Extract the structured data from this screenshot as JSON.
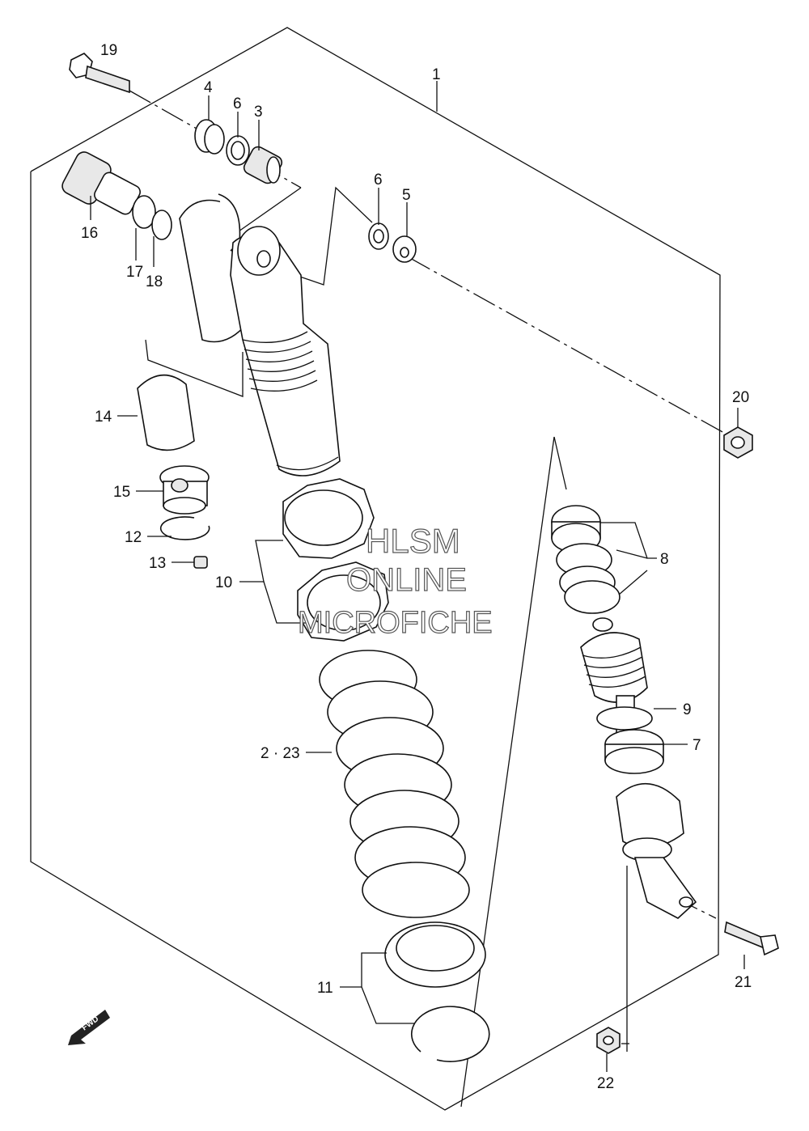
{
  "diagram": {
    "callouts": {
      "c1": "1",
      "c2_23": "2 · 23",
      "c3": "3",
      "c4": "4",
      "c5": "5",
      "c6a": "6",
      "c6b": "6",
      "c7": "7",
      "c8": "8",
      "c9": "9",
      "c10": "10",
      "c11": "11",
      "c12": "12",
      "c13": "13",
      "c14": "14",
      "c15": "15",
      "c16": "16",
      "c17": "17",
      "c18": "18",
      "c19": "19",
      "c20": "20",
      "c21": "21",
      "c22": "22"
    },
    "direction_arrow": "FWD"
  },
  "watermark": {
    "line1": "HLSM",
    "line2": "ONLINE",
    "line3": "MICROFICHE"
  }
}
